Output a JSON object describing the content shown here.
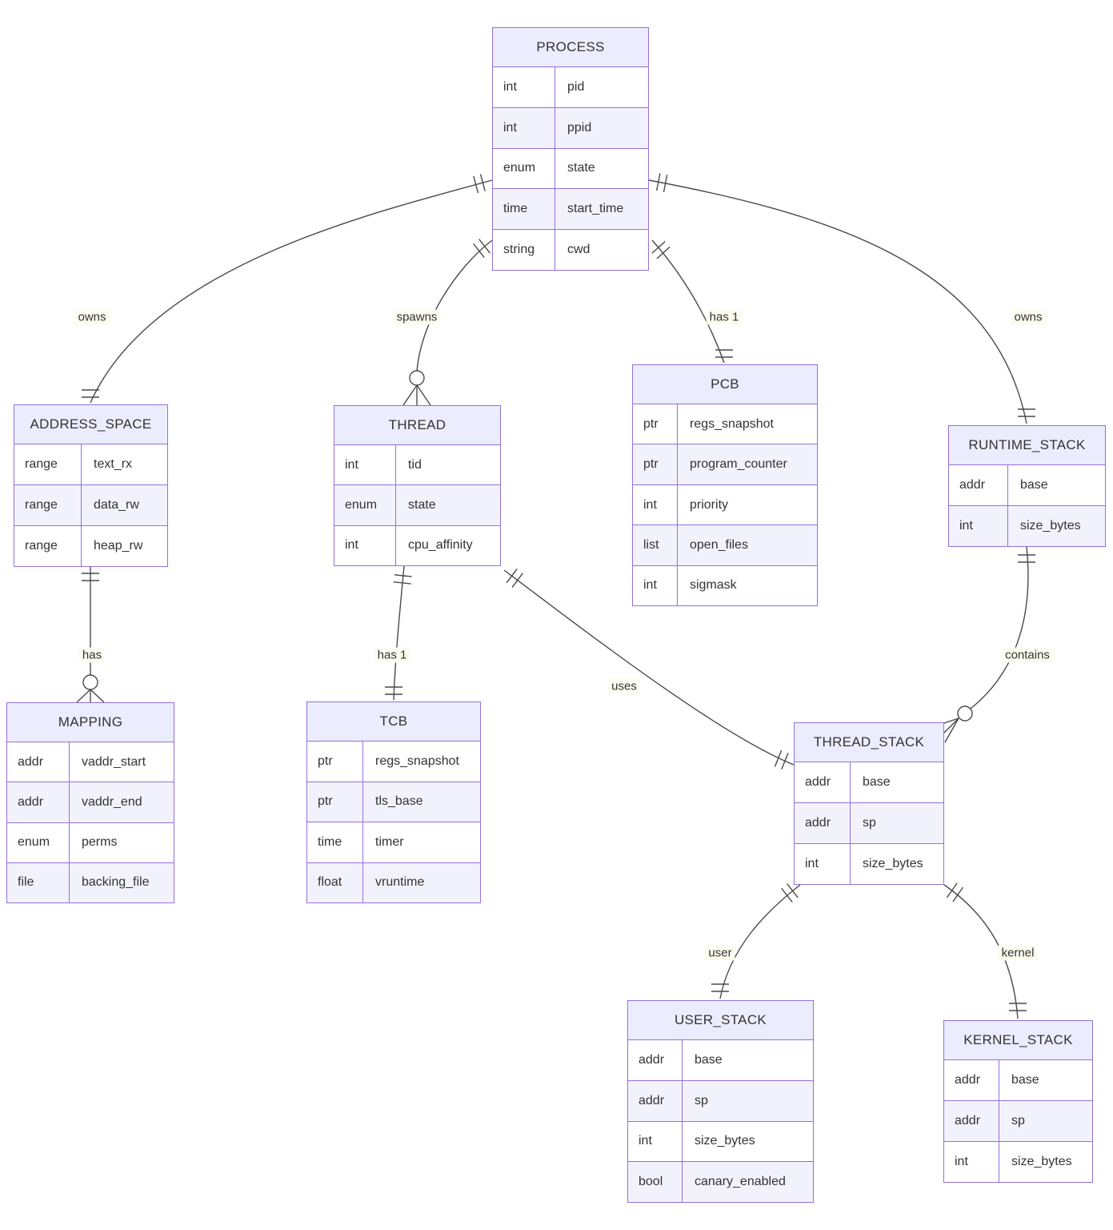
{
  "diagram": {
    "type": "entity-relationship",
    "colors": {
      "entity_border": "#9370DB",
      "entity_header_fill": "#ECECFF",
      "row_even_fill": "#f2f2fc",
      "row_odd_fill": "#ffffff",
      "edge_line": "#4a4a4a",
      "label_background": "#fcfcf0",
      "text": "#333333"
    },
    "entities": [
      {
        "name": "PROCESS",
        "attributes": [
          {
            "type": "int",
            "name": "pid"
          },
          {
            "type": "int",
            "name": "ppid"
          },
          {
            "type": "enum",
            "name": "state"
          },
          {
            "type": "time",
            "name": "start_time"
          },
          {
            "type": "string",
            "name": "cwd"
          }
        ]
      },
      {
        "name": "ADDRESS_SPACE",
        "attributes": [
          {
            "type": "range",
            "name": "text_rx"
          },
          {
            "type": "range",
            "name": "data_rw"
          },
          {
            "type": "range",
            "name": "heap_rw"
          }
        ]
      },
      {
        "name": "THREAD",
        "attributes": [
          {
            "type": "int",
            "name": "tid"
          },
          {
            "type": "enum",
            "name": "state"
          },
          {
            "type": "int",
            "name": "cpu_affinity"
          }
        ]
      },
      {
        "name": "PCB",
        "attributes": [
          {
            "type": "ptr",
            "name": "regs_snapshot"
          },
          {
            "type": "ptr",
            "name": "program_counter"
          },
          {
            "type": "int",
            "name": "priority"
          },
          {
            "type": "list",
            "name": "open_files"
          },
          {
            "type": "int",
            "name": "sigmask"
          }
        ]
      },
      {
        "name": "RUNTIME_STACK",
        "attributes": [
          {
            "type": "addr",
            "name": "base"
          },
          {
            "type": "int",
            "name": "size_bytes"
          }
        ]
      },
      {
        "name": "MAPPING",
        "attributes": [
          {
            "type": "addr",
            "name": "vaddr_start"
          },
          {
            "type": "addr",
            "name": "vaddr_end"
          },
          {
            "type": "enum",
            "name": "perms"
          },
          {
            "type": "file",
            "name": "backing_file"
          }
        ]
      },
      {
        "name": "TCB",
        "attributes": [
          {
            "type": "ptr",
            "name": "regs_snapshot"
          },
          {
            "type": "ptr",
            "name": "tls_base"
          },
          {
            "type": "time",
            "name": "timer"
          },
          {
            "type": "float",
            "name": "vruntime"
          }
        ]
      },
      {
        "name": "THREAD_STACK",
        "attributes": [
          {
            "type": "addr",
            "name": "base"
          },
          {
            "type": "addr",
            "name": "sp"
          },
          {
            "type": "int",
            "name": "size_bytes"
          }
        ]
      },
      {
        "name": "USER_STACK",
        "attributes": [
          {
            "type": "addr",
            "name": "base"
          },
          {
            "type": "addr",
            "name": "sp"
          },
          {
            "type": "int",
            "name": "size_bytes"
          },
          {
            "type": "bool",
            "name": "canary_enabled"
          }
        ]
      },
      {
        "name": "KERNEL_STACK",
        "attributes": [
          {
            "type": "addr",
            "name": "base"
          },
          {
            "type": "addr",
            "name": "sp"
          },
          {
            "type": "int",
            "name": "size_bytes"
          }
        ]
      }
    ],
    "relationships": [
      {
        "from": "PROCESS",
        "to": "ADDRESS_SPACE",
        "label": "owns",
        "cardinality": "one-to-one"
      },
      {
        "from": "PROCESS",
        "to": "THREAD",
        "label": "spawns",
        "cardinality": "one-to-zero-or-many"
      },
      {
        "from": "PROCESS",
        "to": "PCB",
        "label": "has 1",
        "cardinality": "one-to-one"
      },
      {
        "from": "PROCESS",
        "to": "RUNTIME_STACK",
        "label": "owns",
        "cardinality": "one-to-one"
      },
      {
        "from": "ADDRESS_SPACE",
        "to": "MAPPING",
        "label": "has",
        "cardinality": "one-to-zero-or-many"
      },
      {
        "from": "THREAD",
        "to": "TCB",
        "label": "has 1",
        "cardinality": "one-to-one"
      },
      {
        "from": "THREAD",
        "to": "THREAD_STACK",
        "label": "uses",
        "cardinality": "one-to-one"
      },
      {
        "from": "RUNTIME_STACK",
        "to": "THREAD_STACK",
        "label": "contains",
        "cardinality": "one-to-zero-or-many"
      },
      {
        "from": "THREAD_STACK",
        "to": "USER_STACK",
        "label": "user",
        "cardinality": "one-to-one"
      },
      {
        "from": "THREAD_STACK",
        "to": "KERNEL_STACK",
        "label": "kernel",
        "cardinality": "one-to-one"
      }
    ]
  }
}
